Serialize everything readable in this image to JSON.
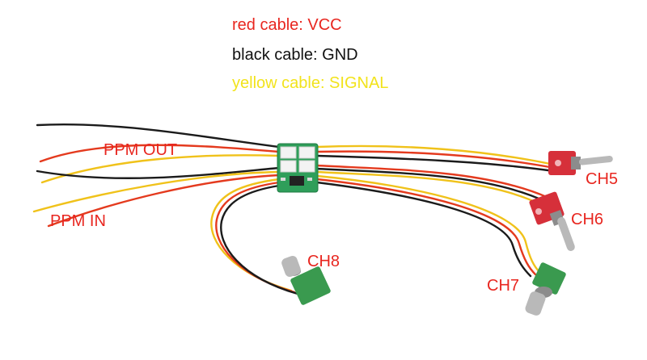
{
  "legend": {
    "red": "red cable: VCC",
    "black": "black cable: GND",
    "yellow": "yellow cable: SIGNAL"
  },
  "labels": {
    "ppm_out": "PPM OUT",
    "ppm_in": "PPM IN",
    "ch5": "CH5",
    "ch6": "CH6",
    "ch7": "CH7",
    "ch8": "CH8"
  },
  "colors": {
    "wire_red": "#e43a1e",
    "wire_black": "#1b1b1b",
    "wire_yellow": "#f0c21a",
    "label_red": "#e8261f",
    "board_green": "#2f9e5a",
    "switch_red": "#d6303a",
    "pot_green": "#3a9a4f",
    "metal": "#b9b9b9"
  }
}
